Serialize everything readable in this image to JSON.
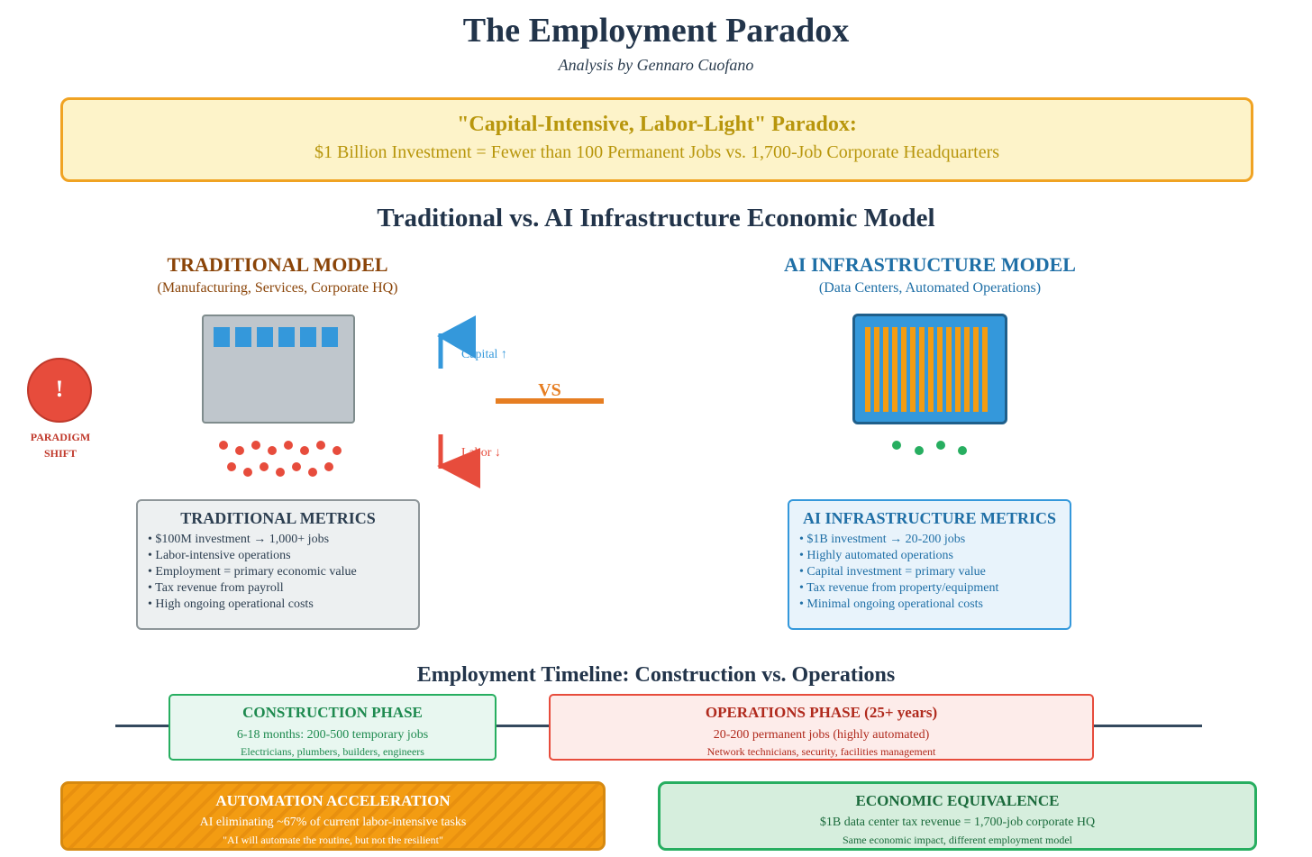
{
  "header": {
    "title": "The Employment Paradox",
    "subtitle": "Analysis by Gennaro Cuofano"
  },
  "paradox": {
    "title": "\"Capital-Intensive, Labor-Light\" Paradox:",
    "text": "$1 Billion Investment = Fewer than 100 Permanent Jobs vs. 1,700-Job Corporate Headquarters"
  },
  "comparison": {
    "section_title": "Traditional vs. AI Infrastructure Economic Model",
    "traditional": {
      "title": "TRADITIONAL MODEL",
      "subtitle": "(Manufacturing, Services, Corporate HQ)",
      "metrics_title": "TRADITIONAL METRICS",
      "metrics": [
        "• $100M investment → 1,000+ jobs",
        "• Labor-intensive operations",
        "• Employment = primary economic value",
        "• Tax revenue from payroll",
        "• High ongoing operational costs"
      ]
    },
    "ai": {
      "title": "AI INFRASTRUCTURE MODEL",
      "subtitle": "(Data Centers, Automated Operations)",
      "metrics_title": "AI INFRASTRUCTURE METRICS",
      "metrics": [
        "• $1B investment → 20-200 jobs",
        "• Highly automated operations",
        "• Capital investment = primary value",
        "• Tax revenue from property/equipment",
        "• Minimal ongoing operational costs"
      ]
    },
    "paradigm_icon": "!",
    "paradigm_label_1": "PARADIGM",
    "paradigm_label_2": "SHIFT",
    "capital_label": "Capital ↑",
    "labor_label": "Labor ↓",
    "vs_label": "VS"
  },
  "timeline": {
    "title": "Employment Timeline: Construction vs. Operations",
    "construction": {
      "title": "CONSTRUCTION PHASE",
      "line1": "6-18 months: 200-500 temporary jobs",
      "line2": "Electricians, plumbers, builders, engineers"
    },
    "operations": {
      "title": "OPERATIONS PHASE (25+ years)",
      "line1": "20-200 permanent jobs (highly automated)",
      "line2": "Network technicians, security, facilities management"
    }
  },
  "bottom": {
    "automation": {
      "title": "AUTOMATION ACCELERATION",
      "line1": "AI eliminating ~67% of current labor-intensive tasks",
      "line2": "\"AI will automate the routine, but not the resilient\""
    },
    "equivalence": {
      "title": "ECONOMIC EQUIVALENCE",
      "line1": "$1B data center tax revenue = 1,700-job corporate HQ",
      "line2": "Same economic impact, different employment model"
    }
  },
  "colors": {
    "traditional_accent": "#8a4408",
    "ai_accent": "#1f6fa6",
    "capital_arrow": "#3498db",
    "labor_arrow": "#e74c3c",
    "vs_accent": "#e67e22",
    "paradox_border": "#f0a323"
  }
}
